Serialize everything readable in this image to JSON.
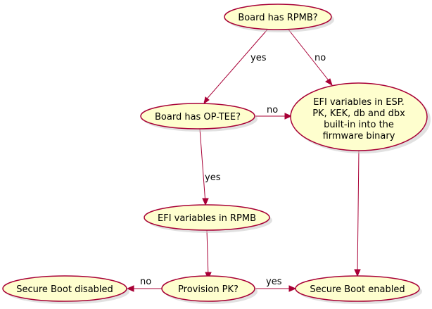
{
  "nodes": {
    "board_has_rpmb": "Board has RPMB?",
    "board_has_optee": "Board has OP-TEE?",
    "efi_vars_esp": [
      "EFI variables in ESP.",
      "PK, KEK, db and dbx",
      "built-in into the",
      "firmware binary"
    ],
    "efi_vars_rpmb": "EFI variables in RPMB",
    "provision_pk": "Provision PK?",
    "secure_boot_disabled": "Secure Boot disabled",
    "secure_boot_enabled": "Secure Boot enabled"
  },
  "edge_labels": {
    "rpmb_yes": "yes",
    "rpmb_no": "no",
    "optee_no": "no",
    "optee_yes": "yes",
    "pk_no": "no",
    "pk_yes": "yes"
  },
  "colors": {
    "node_fill": "#FEFECE",
    "node_border": "#A80036",
    "edge": "#A80036"
  }
}
